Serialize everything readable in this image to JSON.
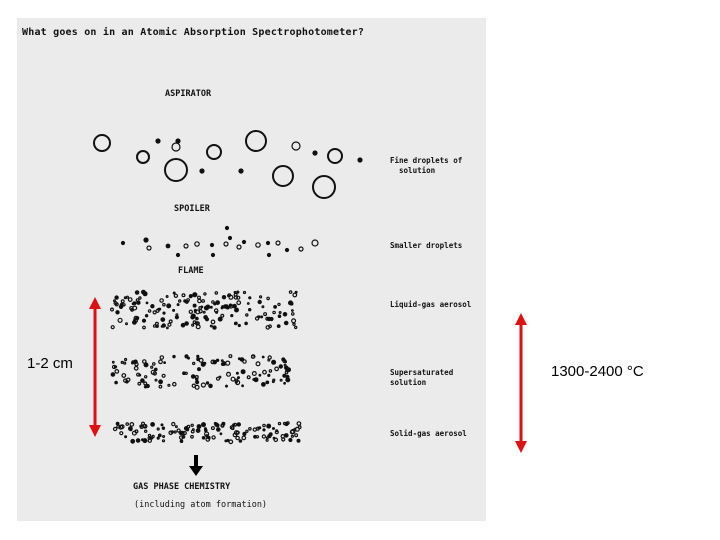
{
  "figure": {
    "title": "What goes on in an Atomic Absorption Spectrophotometer?",
    "stages": {
      "aspirator": "ASPIRATOR",
      "spoiler": "SPOILER",
      "flame": "FLAME",
      "gas_phase_line1": "GAS PHASE CHEMISTRY",
      "gas_phase_line2": "(including atom formation)"
    },
    "side_labels": {
      "fine_droplets": "Fine droplets of\n  solution",
      "smaller_droplets": "Smaller droplets",
      "liquid_gas_aerosol": "Liquid-gas aerosol",
      "supersaturated": "Supersaturated\nsolution",
      "solid_gas_aerosol": "Solid-gas aerosol"
    }
  },
  "annotations": {
    "height_label": "1-2 cm",
    "temperature_label": "1300-2400 °C",
    "arrow_color": "#dd1111"
  }
}
